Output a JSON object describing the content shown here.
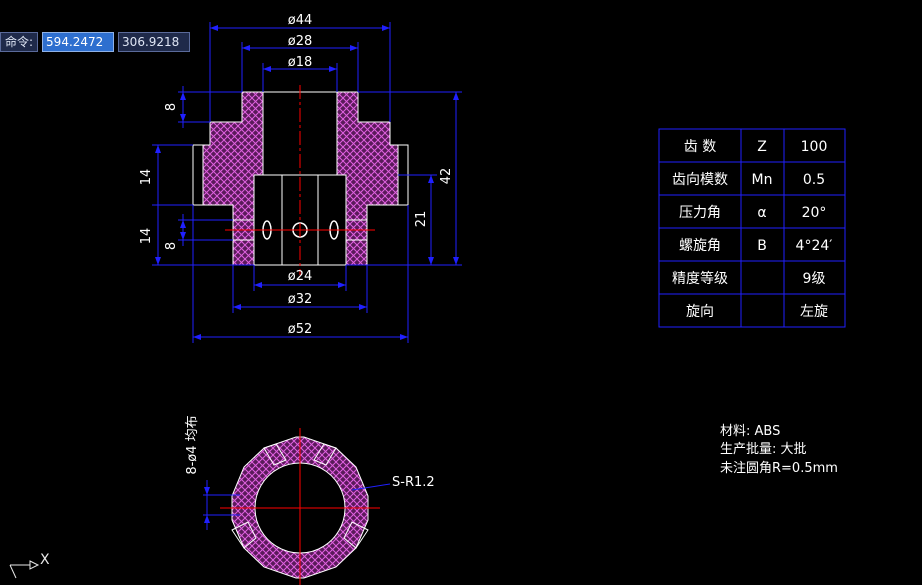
{
  "command_bar": {
    "label": "命令:",
    "x_value": "594.2472",
    "y_value": "306.9218"
  },
  "dimensions": {
    "d44": "ø44",
    "d28": "ø28",
    "d18": "ø18",
    "d24": "ø24",
    "d32": "ø32",
    "d52": "ø52",
    "h8_top": "8",
    "h14_upper": "14",
    "h14_lower": "14",
    "h8_lower": "8",
    "h21": "21",
    "h42": "42",
    "holes": "8-ø4 均布",
    "radius": "S-R1.2"
  },
  "gear_table": {
    "rows": [
      [
        "齿 数",
        "Z",
        "100"
      ],
      [
        "齿向模数",
        "Mn",
        "0.5"
      ],
      [
        "压力角",
        "α",
        "20°"
      ],
      [
        "螺旋角",
        "B",
        "4°24′"
      ],
      [
        "精度等级",
        "",
        "9级"
      ],
      [
        "旋向",
        "",
        "左旋"
      ]
    ]
  },
  "notes": [
    "材料: ABS",
    "生产批量: 大批",
    "未注圆角R=0.5mm"
  ],
  "ucs": {
    "axis_label": "X"
  },
  "colors": {
    "background": "#000000",
    "outline": "#ffffff",
    "dimension": "#0000ff",
    "hatch": "#c040c0",
    "center_line": "#ff0000",
    "text": "#ffffff"
  }
}
